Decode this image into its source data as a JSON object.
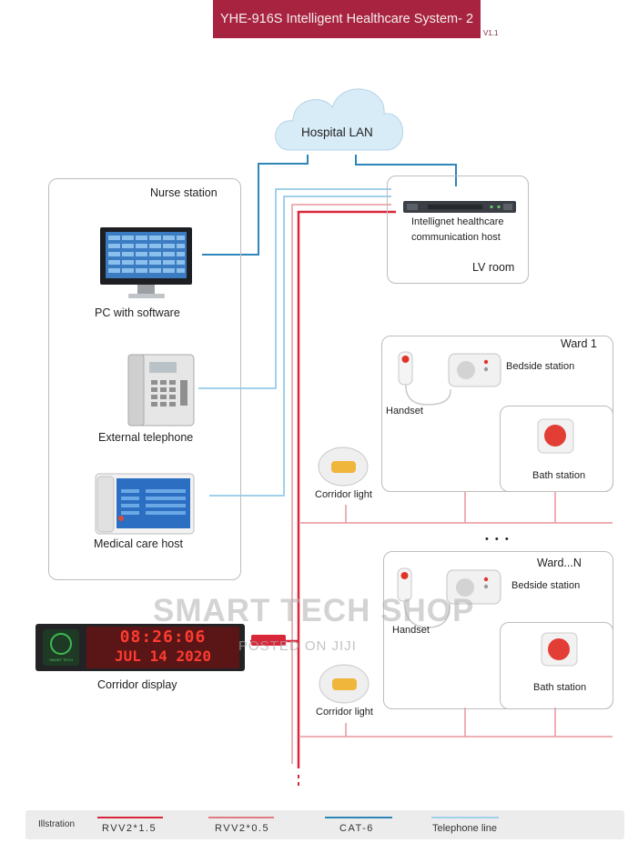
{
  "header": {
    "title": "YHE-916S Intelligent Healthcare System- 2",
    "version": "V1.1"
  },
  "network": {
    "cloud_label": "Hospital LAN"
  },
  "nurse_station": {
    "title": "Nurse station",
    "devices": [
      "PC with software",
      "External telephone",
      "Medical care host"
    ]
  },
  "lv_room": {
    "title": "LV room",
    "host_label_line1": "Intellignet healthcare",
    "host_label_line2": "communication host"
  },
  "ward_1": {
    "title": "Ward 1",
    "handset": "Handset",
    "bedside": "Bedside station",
    "bath": "Bath station",
    "corridor_light": "Corridor light"
  },
  "ellipsis": "• • •",
  "ward_n": {
    "title": "Ward...N",
    "handset": "Handset",
    "bedside": "Bedside station",
    "bath": "Bath station",
    "corridor_light": "Corridor light"
  },
  "corridor_display": {
    "label": "Corridor display",
    "time": "08:26:06",
    "date": "JUL 14 2020",
    "logo_text": "SMART TECH"
  },
  "watermark": {
    "main": "SMART TECH SHOP",
    "sub": "POSTED ON JIJI"
  },
  "legend": {
    "title": "Illstration",
    "items": [
      {
        "label": "RVV2*1.5",
        "color": "#d9273a"
      },
      {
        "label": "RVV2*0.5",
        "color": "#e07b80"
      },
      {
        "label": "CAT-6",
        "color": "#2e86b8"
      },
      {
        "label": "Telephone line",
        "color": "#9fd2ea"
      }
    ]
  },
  "colors": {
    "rvv15": "#d9273a",
    "rvv05": "#e8959a",
    "cat6": "#2e86b8",
    "phone": "#9fd2ea"
  }
}
